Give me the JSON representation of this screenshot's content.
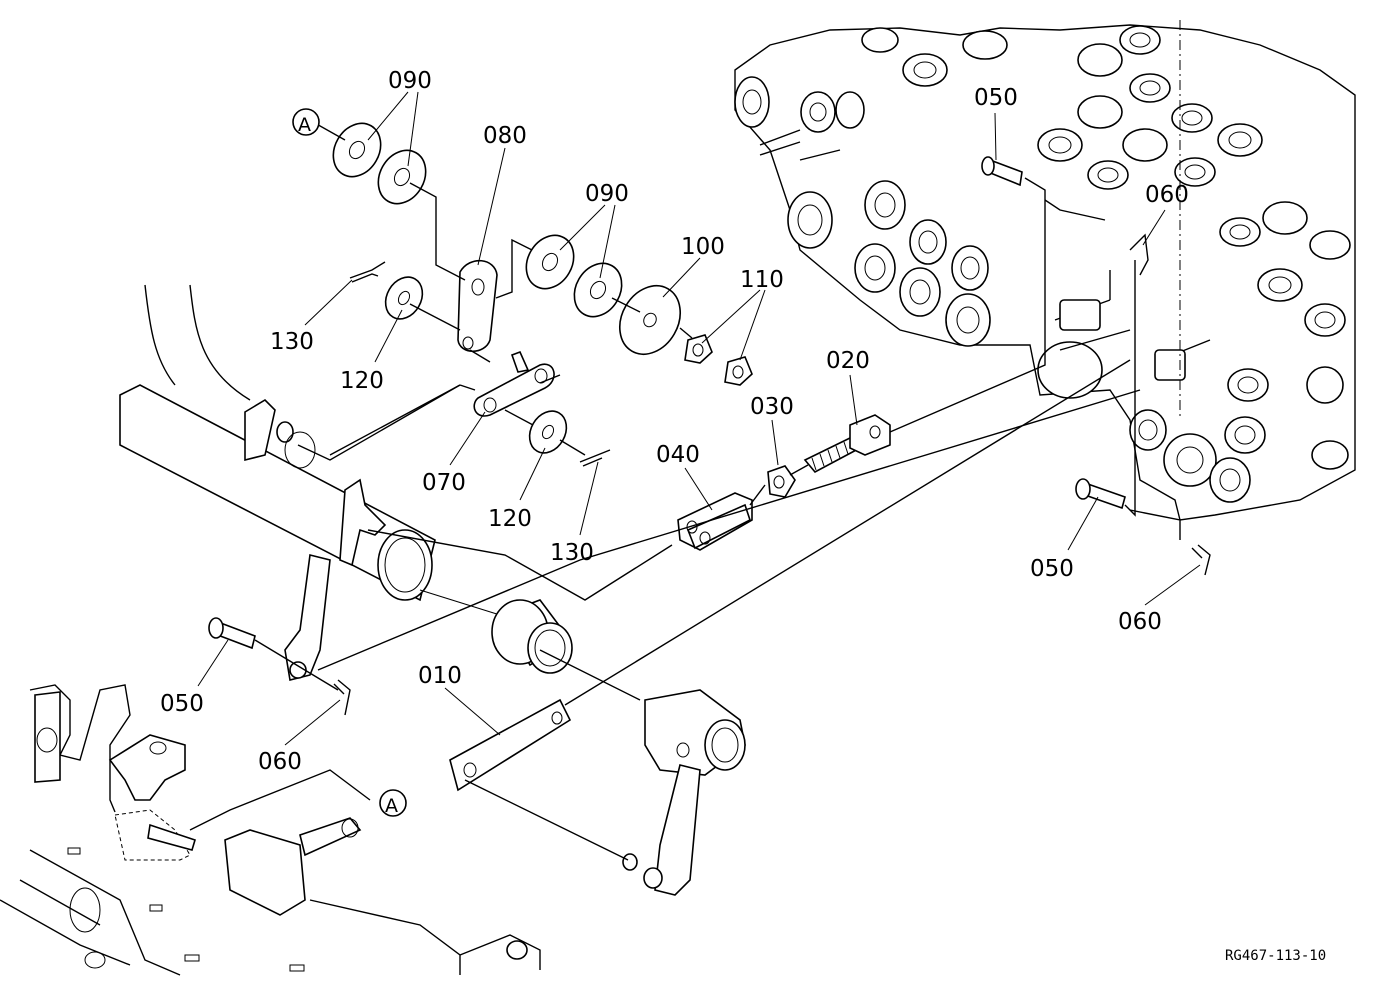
{
  "diagram": {
    "reference": "RG467-113-10",
    "callouts": [
      {
        "id": "090a",
        "text": "090"
      },
      {
        "id": "A1",
        "text": "A"
      },
      {
        "id": "080",
        "text": "080"
      },
      {
        "id": "090b",
        "text": "090"
      },
      {
        "id": "100",
        "text": "100"
      },
      {
        "id": "110",
        "text": "110"
      },
      {
        "id": "130a",
        "text": "130"
      },
      {
        "id": "120a",
        "text": "120"
      },
      {
        "id": "070",
        "text": "070"
      },
      {
        "id": "120b",
        "text": "120"
      },
      {
        "id": "130b",
        "text": "130"
      },
      {
        "id": "040",
        "text": "040"
      },
      {
        "id": "030",
        "text": "030"
      },
      {
        "id": "020",
        "text": "020"
      },
      {
        "id": "050a",
        "text": "050"
      },
      {
        "id": "060a",
        "text": "060"
      },
      {
        "id": "050b",
        "text": "050"
      },
      {
        "id": "060b",
        "text": "060"
      },
      {
        "id": "050c",
        "text": "050"
      },
      {
        "id": "060c",
        "text": "060"
      },
      {
        "id": "010",
        "text": "010"
      },
      {
        "id": "A2",
        "text": "A"
      }
    ]
  }
}
